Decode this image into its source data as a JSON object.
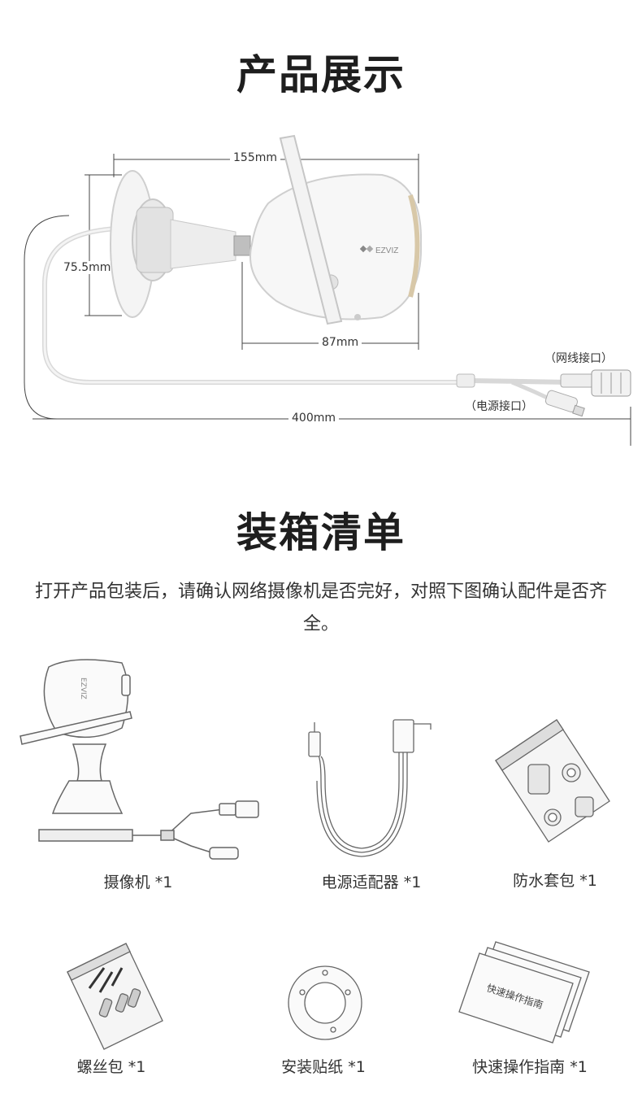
{
  "section1": {
    "title": "产品展示",
    "dims": {
      "width_top": "155mm",
      "height_left": "75.5mm",
      "width_bottom": "87mm",
      "cable_length": "400mm"
    },
    "ports": {
      "network": "（网线接口）",
      "power": "（电源接口）"
    },
    "brand_logo": "EZVIZ"
  },
  "section2": {
    "title": "装箱清单",
    "intro": "打开产品包装后，请确认网络摄像机是否完好，对照下图确认配件是否齐全。",
    "items": [
      {
        "label": "摄像机 *1",
        "icon": "camera-icon"
      },
      {
        "label": "电源适配器 *1",
        "icon": "power-adapter-icon"
      },
      {
        "label": "防水套包 *1",
        "icon": "waterproof-kit-icon"
      },
      {
        "label": "螺丝包 *1",
        "icon": "screw-pack-icon"
      },
      {
        "label": "安装贴纸 *1",
        "icon": "mounting-sticker-icon"
      },
      {
        "label": "快速操作指南 *1",
        "icon": "quick-guide-icon",
        "cover_text": "快速操作指南"
      }
    ]
  }
}
